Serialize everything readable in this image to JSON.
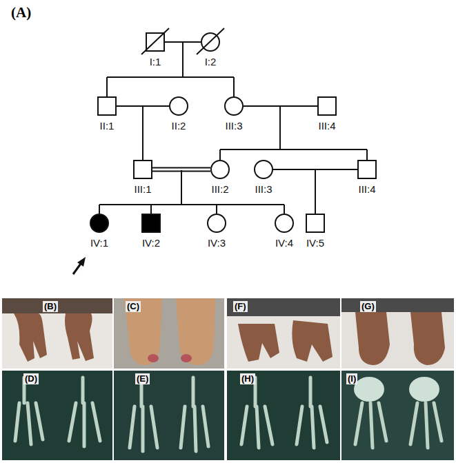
{
  "diagram": {
    "nodes": [
      {
        "text": [
          "I:1"
        ]
      },
      {
        "text": [
          "I:2"
        ]
      },
      {
        "text": [
          "II:1"
        ]
      },
      {
        "text": [
          "II:2"
        ]
      },
      {
        "text": [
          "III:3"
        ]
      },
      {
        "text": [
          "III:4"
        ]
      },
      {
        "text": [
          "III:1"
        ]
      },
      {
        "text": [
          "III:2"
        ]
      },
      {
        "text": [
          "III:3"
        ]
      },
      {
        "text": [
          "III:4"
        ]
      },
      {
        "text": [
          "IV:1"
        ]
      },
      {
        "text": [
          "IV:2"
        ]
      },
      {
        "text": [
          "IV:3"
        ]
      },
      {
        "text": [
          "IV:4"
        ]
      },
      {
        "text": [
          "IV:5"
        ]
      }
    ],
    "edges": [
      {
        "from": 0,
        "to": 1,
        "arrow": "none"
      },
      {
        "from": 2,
        "to": 3,
        "arrow": "none"
      },
      {
        "from": 4,
        "to": 5,
        "arrow": "none"
      },
      {
        "from": 6,
        "to": 7,
        "arrow": "none"
      },
      {
        "from": 8,
        "to": 9,
        "arrow": "none"
      }
    ],
    "labels": [
      "(A)",
      "(B)",
      "(C)",
      "(F)",
      "(G)",
      "(D)",
      "(E)",
      "(H)",
      "(I)"
    ]
  }
}
